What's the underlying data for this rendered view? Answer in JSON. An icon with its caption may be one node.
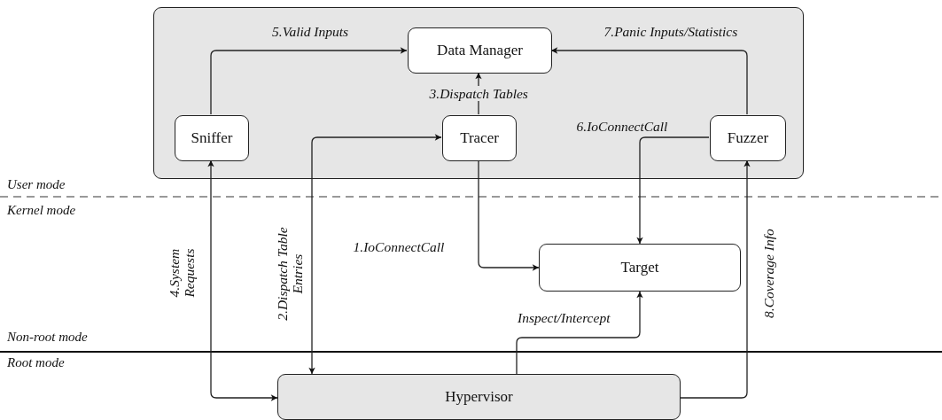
{
  "diagram": {
    "nodes": [
      {
        "text": [],
        "shape": "box"
      },
      {
        "text": [
          "Data Manager"
        ],
        "in": 0
      },
      {
        "text": [
          "Sniffer"
        ],
        "in": 0
      },
      {
        "text": [
          "Tracer"
        ],
        "in": 0
      },
      {
        "text": [
          "Fuzzer"
        ],
        "in": 0
      },
      {
        "text": [
          "Target"
        ]
      },
      {
        "text": [
          "Hypervisor"
        ]
      }
    ],
    "edges": [
      {
        "from": 2,
        "to": 1,
        "arrow": "to",
        "label": "5.Valid Inputs"
      },
      {
        "from": 4,
        "to": 1,
        "arrow": "to",
        "label": "7.Panic Inputs/Statistics"
      },
      {
        "from": 3,
        "to": 1,
        "arrow": "to",
        "label": "3.Dispatch Tables"
      },
      {
        "from": 4,
        "to": 5,
        "arrow": "to",
        "label": "6.IoConnectCall"
      },
      {
        "from": 3,
        "to": 5,
        "arrow": "to",
        "label": "1.IoConnectCall"
      },
      {
        "from": 2,
        "to": 6,
        "arrow": "both",
        "label": "4.System Requests"
      },
      {
        "from": 6,
        "to": 3,
        "arrow": "both",
        "label": "2.Dispatch Table Entries"
      },
      {
        "from": 6,
        "to": 5,
        "arrow": "to",
        "label": "Inspect/Intercept"
      },
      {
        "from": 6,
        "to": 4,
        "arrow": "to",
        "label": "8.Coverage Info"
      }
    ],
    "labels": [
      "User mode",
      "Kernel mode",
      "Non-root mode",
      "Root mode"
    ]
  }
}
